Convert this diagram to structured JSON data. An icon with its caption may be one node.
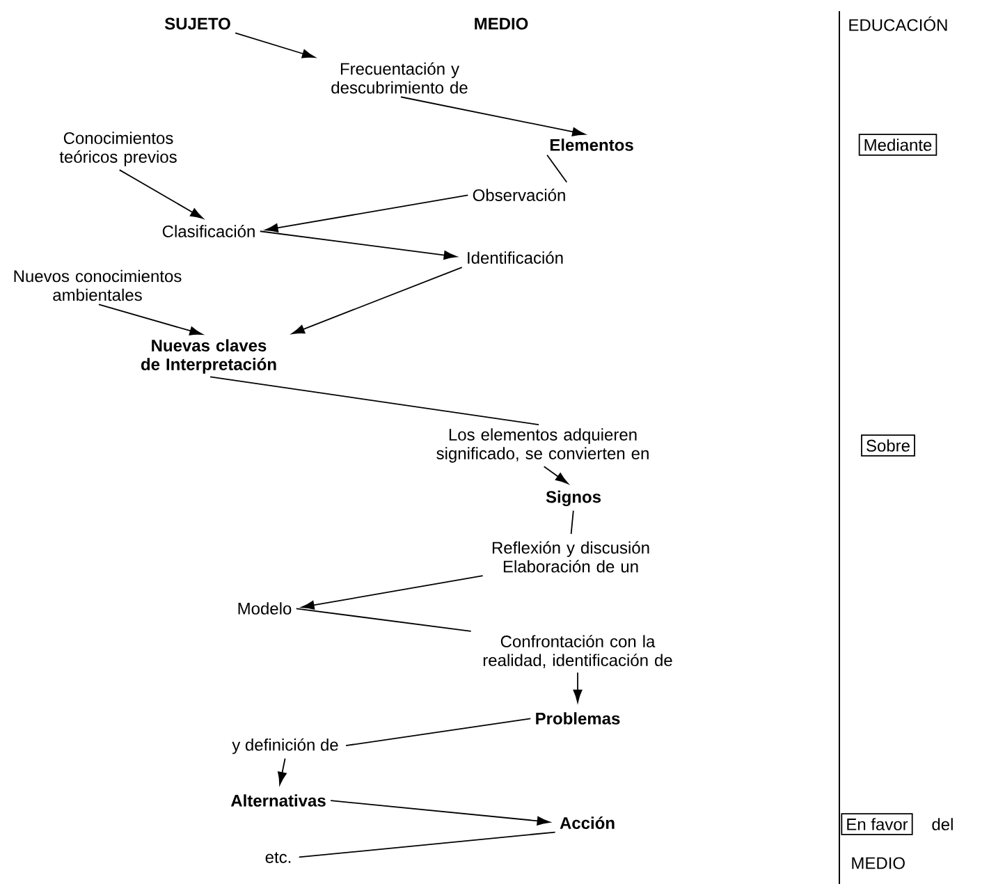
{
  "diagram": {
    "nodes": [
      {
        "text": [
          "SUJETO"
        ]
      },
      {
        "text": [
          "MEDIO"
        ]
      },
      {
        "text": [
          "Frecuentación y descubrimiento de"
        ]
      },
      {
        "text": [
          "Conocimientos teóricos previos"
        ]
      },
      {
        "text": [
          "Elementos"
        ]
      },
      {
        "text": [
          "Observación"
        ]
      },
      {
        "text": [
          "Clasificación"
        ]
      },
      {
        "text": [
          "Identificación"
        ]
      },
      {
        "text": [
          "Nuevos conocimientos ambientales"
        ]
      },
      {
        "text": [
          "Nuevas claves de Interpretación"
        ]
      },
      {
        "text": [
          "Los elementos adquieren significado, se convierten en"
        ]
      },
      {
        "text": [
          "Signos"
        ]
      },
      {
        "text": [
          "Reflexión y discusión Elaboración de un"
        ]
      },
      {
        "text": [
          "Modelo"
        ]
      },
      {
        "text": [
          "Confrontación con la realidad, identificación de"
        ]
      },
      {
        "text": [
          "Problemas"
        ]
      },
      {
        "text": [
          "y definición de"
        ]
      },
      {
        "text": [
          "Alternativas"
        ]
      },
      {
        "text": [
          "Acción"
        ]
      },
      {
        "text": [
          "etc."
        ]
      },
      {
        "text": [
          "Mediante"
        ]
      },
      {
        "text": [
          "Sobre"
        ]
      },
      {
        "text": [
          "En favor"
        ]
      }
    ],
    "edges": [
      {
        "from": 0,
        "to": 2,
        "arrow": "to"
      },
      {
        "from": 2,
        "to": 4,
        "arrow": "to"
      },
      {
        "from": 4,
        "to": 5,
        "arrow": "none"
      },
      {
        "from": 3,
        "to": 6,
        "arrow": "to"
      },
      {
        "from": 5,
        "to": 6,
        "arrow": "to"
      },
      {
        "from": 6,
        "to": 7,
        "arrow": "to"
      },
      {
        "from": 8,
        "to": 9,
        "arrow": "to"
      },
      {
        "from": 7,
        "to": 9,
        "arrow": "to"
      },
      {
        "from": 9,
        "to": 10,
        "arrow": "none"
      },
      {
        "from": 10,
        "to": 11,
        "arrow": "to"
      },
      {
        "from": 11,
        "to": 12,
        "arrow": "none"
      },
      {
        "from": 12,
        "to": 13,
        "arrow": "to"
      },
      {
        "from": 13,
        "to": 14,
        "arrow": "none"
      },
      {
        "from": 14,
        "to": 15,
        "arrow": "to"
      },
      {
        "from": 15,
        "to": 16,
        "arrow": "none"
      },
      {
        "from": 16,
        "to": 17,
        "arrow": "to"
      },
      {
        "from": 17,
        "to": 18,
        "arrow": "to"
      },
      {
        "from": 18,
        "to": 19,
        "arrow": "none"
      }
    ],
    "labels": [
      "EDUCACIÓN",
      "del",
      "MEDIO"
    ]
  }
}
